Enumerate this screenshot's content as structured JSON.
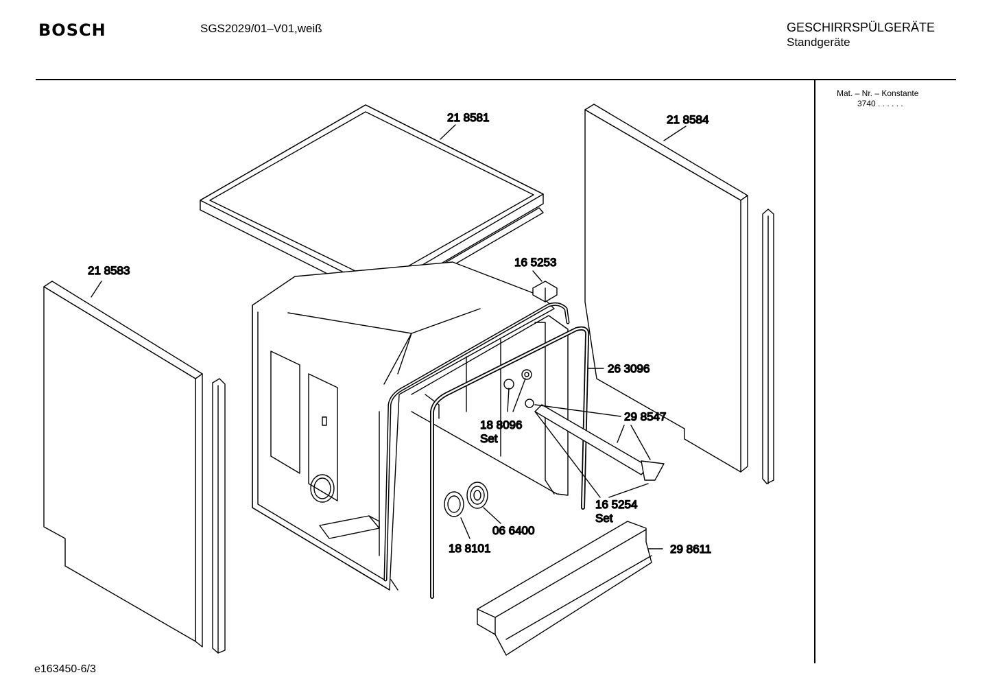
{
  "header": {
    "brand": "BOSCH",
    "model": "SGS2029/01–V01,weiß",
    "category": "GESCHIRRSPÜLGERÄTE",
    "subcategory": "Standgeräte"
  },
  "sidebar": {
    "mat_label": "Mat. – Nr. – Konstante",
    "mat_value": "3740 .  .  .  .  .  ."
  },
  "footer": {
    "drawing_id": "e163450-6/3"
  },
  "parts": {
    "top_cover": "21 8581",
    "right_panel": "21 8584",
    "left_panel": "21 8583",
    "clip": "16 5253",
    "door_seal": "26 3096",
    "spring_set": "18 8096",
    "spring_set_suffix": "Set",
    "hinge_arm": "29 8547",
    "hinge_set": "16 5254",
    "hinge_set_suffix": "Set",
    "plug": "06 6400",
    "grommet": "18 8101",
    "plinth": "29 8611"
  }
}
